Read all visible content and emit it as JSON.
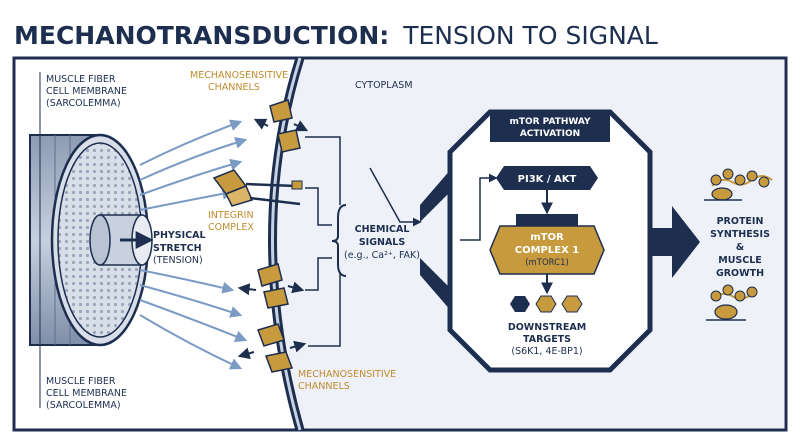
{
  "title": {
    "bold": "MECHANOTRANSDUCTION:",
    "light": "TENSION TO SIGNAL"
  },
  "labels": {
    "fiber_top": [
      "MUSCLE FIBER",
      "CELL MEMBRANE",
      "(SARCOLEMMA)"
    ],
    "fiber_bottom": [
      "MUSCLE FIBER",
      "CELL MEMBRANE",
      "(SARCOLEMMA)"
    ],
    "stretch": [
      "PHYSICAL",
      "STRETCH",
      "(TENSION)"
    ],
    "mechano_top": [
      "MECHANOSENSITIVE",
      "CHANNELS"
    ],
    "mechano_bottom": [
      "MECHANOSENSITIVE",
      "CHANNELS"
    ],
    "integrin": [
      "INTEGRIN",
      "COMPLEX"
    ],
    "cytoplasm": "CYTOPLASM",
    "chemical": [
      "CHEMICAL",
      "SIGNALS",
      "(e.g., Ca²⁺, FAK)"
    ],
    "mtor_header": [
      "mTOR PATHWAY",
      "ACTIVATION"
    ],
    "pi3k": "PI3K / AKT",
    "mtorc1": [
      "mTOR",
      "COMPLEX 1",
      "(mTORC1)"
    ],
    "downstream": [
      "DOWNSTREAM",
      "TARGETS",
      "(S6K1, 4E-BP1)"
    ],
    "outcome": [
      "PROTEIN",
      "SYNTHESIS",
      "&",
      "MUSCLE",
      "GROWTH"
    ]
  },
  "colors": {
    "navy": "#1d2e4f",
    "gold": "#c89a3e",
    "blue_arrow": "#7b9bc4",
    "panel": "#eef2f8"
  }
}
